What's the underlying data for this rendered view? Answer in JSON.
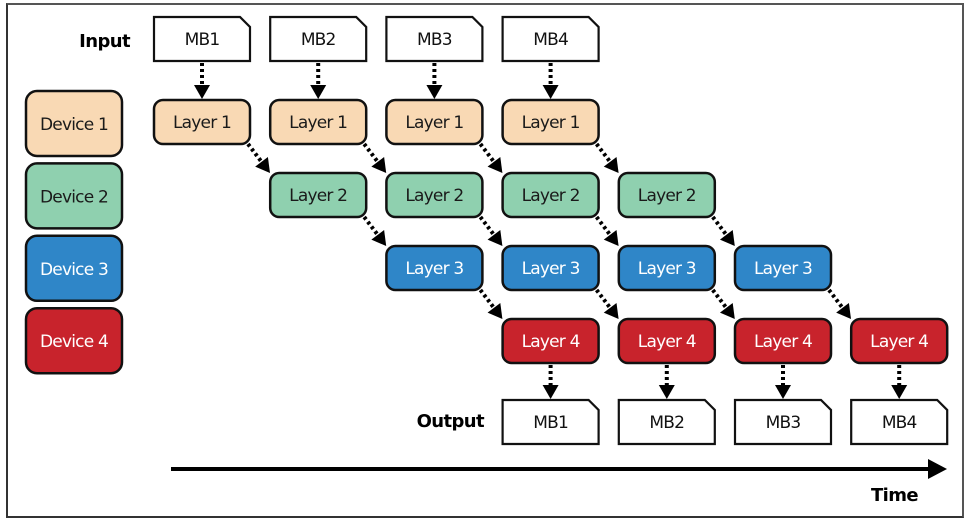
{
  "labels": {
    "input": "Input",
    "output": "Output",
    "time": "Time"
  },
  "devices": [
    {
      "label": "Device 1",
      "color": "#F9D9B4",
      "text_color": "#1a1a1a"
    },
    {
      "label": "Device 2",
      "color": "#8FD0AF",
      "text_color": "#1a1a1a"
    },
    {
      "label": "Device 3",
      "color": "#2F86C8",
      "text_color": "#ffffff"
    },
    {
      "label": "Device 4",
      "color": "#C8232C",
      "text_color": "#ffffff"
    }
  ],
  "layers": [
    "Layer 1",
    "Layer 2",
    "Layer 3",
    "Layer 4"
  ],
  "micro_batches": [
    "MB1",
    "MB2",
    "MB3",
    "MB4"
  ],
  "schedule": [
    {
      "layer": 1,
      "mb": 1,
      "step": 0
    },
    {
      "layer": 1,
      "mb": 2,
      "step": 1
    },
    {
      "layer": 1,
      "mb": 3,
      "step": 2
    },
    {
      "layer": 1,
      "mb": 4,
      "step": 3
    },
    {
      "layer": 2,
      "mb": 1,
      "step": 1
    },
    {
      "layer": 2,
      "mb": 2,
      "step": 2
    },
    {
      "layer": 2,
      "mb": 3,
      "step": 3
    },
    {
      "layer": 2,
      "mb": 4,
      "step": 4
    },
    {
      "layer": 3,
      "mb": 1,
      "step": 2
    },
    {
      "layer": 3,
      "mb": 2,
      "step": 3
    },
    {
      "layer": 3,
      "mb": 3,
      "step": 4
    },
    {
      "layer": 3,
      "mb": 4,
      "step": 5
    },
    {
      "layer": 4,
      "mb": 1,
      "step": 3
    },
    {
      "layer": 4,
      "mb": 2,
      "step": 4
    },
    {
      "layer": 4,
      "mb": 3,
      "step": 5
    },
    {
      "layer": 4,
      "mb": 4,
      "step": 6
    }
  ]
}
